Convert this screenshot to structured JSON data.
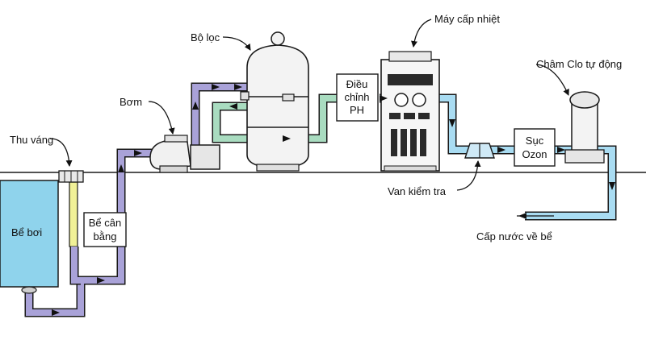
{
  "labels": {
    "pool": "Bể bơi",
    "skimmer": "Thu váng",
    "balance_tank_line1": "Bể cân",
    "balance_tank_line2": "bằng",
    "pump": "Bơm",
    "filter": "Bộ lọc",
    "ph_line1": "Điều",
    "ph_line2": "chỉnh",
    "ph_line3": "PH",
    "heater": "Máy cấp nhiệt",
    "chlorinator": "Châm Clo tự động",
    "ozone_line1": "Sục",
    "ozone_line2": "Ozon",
    "check_valve": "Van kiểm tra",
    "return": "Cấp nước về bể"
  },
  "colors": {
    "pool_water": "#8fd3ec",
    "suction_pipe": "#a9a2d8",
    "filter_loop_pipe": "#a9dcc0",
    "return_pipe": "#a9dcf2",
    "equalizer_pipe": "#f1f197",
    "outline": "#1a1a1a"
  }
}
